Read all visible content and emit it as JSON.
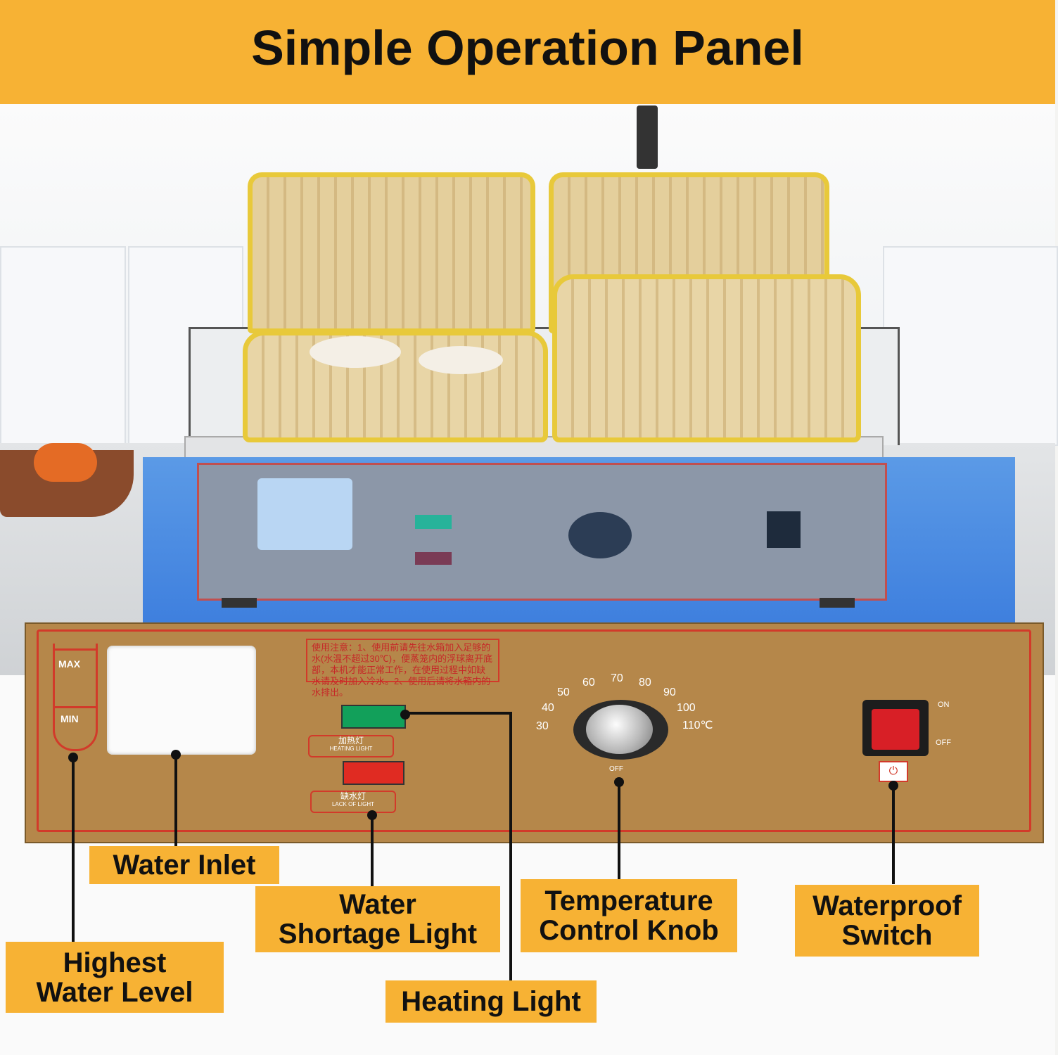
{
  "banner": {
    "title": "Simple Operation Panel"
  },
  "panel": {
    "level_max": "MAX",
    "level_min": "MIN",
    "notice": "使用注意：1、使用前请先往水箱加入足够的水(水温不超过30℃)，便蒸笼内的浮球离开底部，本机才能正常工作，在使用过程中如缺水请及时加入冷水。2、使用后请将水箱内的水排出。",
    "heating_light_cn": "加热灯",
    "heating_light_en": "HEATING LIGHT",
    "lack_light_cn": "缺水灯",
    "lack_light_en": "LACK OF LIGHT",
    "dial": {
      "t30": "30",
      "t40": "40",
      "t50": "50",
      "t60": "60",
      "t70": "70",
      "t80": "80",
      "t90": "90",
      "t100": "100",
      "t110": "110℃",
      "off": "OFF"
    },
    "switch_on": "ON",
    "switch_off": "OFF"
  },
  "callouts": {
    "water_inlet": "Water Inlet",
    "water_shortage_1": "Water",
    "water_shortage_2": "Shortage Light",
    "temp_knob_1": "Temperature",
    "temp_knob_2": "Control Knob",
    "waterproof_1": "Waterproof",
    "waterproof_2": "Switch",
    "highest_1": "Highest",
    "highest_2": "Water Level",
    "heating_light": "Heating Light"
  },
  "colors": {
    "banner": "#f7b234",
    "panel": "#b58745",
    "panel_border": "#d23a2a",
    "steamer_rim": "#e8c93a"
  }
}
